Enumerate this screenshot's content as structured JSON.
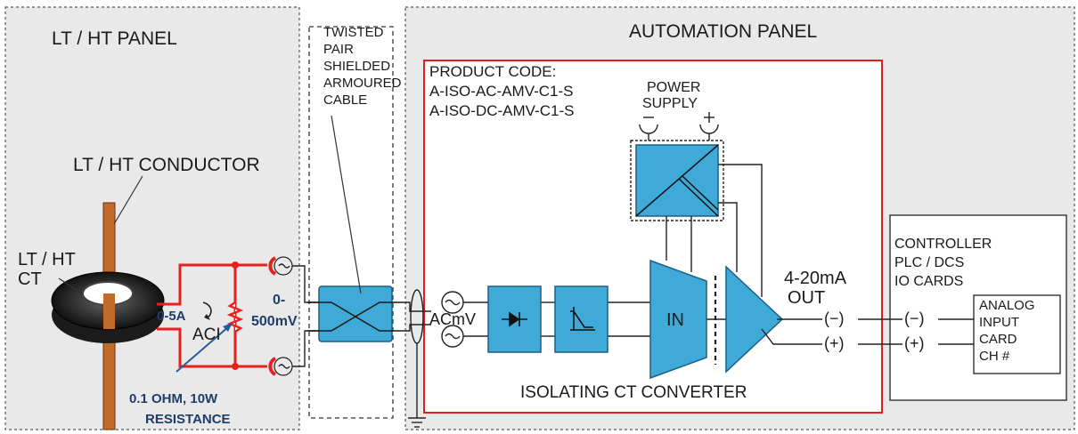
{
  "lt_panel": {
    "title": "LT / HT PANEL"
  },
  "cable": {
    "line1": "TWISTED",
    "line2": "PAIR",
    "line3": "SHIELDED",
    "line4": "ARMOURED",
    "line5": "CABLE"
  },
  "automation_panel": {
    "title": "AUTOMATION PANEL"
  },
  "product": {
    "heading": "PRODUCT CODE:",
    "code_ac": "A-ISO-AC-AMV-C1-S",
    "code_dc": "A-ISO-DC-AMV-C1-S"
  },
  "power_supply": {
    "line1": "POWER",
    "line2": "SUPPLY"
  },
  "conductor": {
    "label": "LT / HT CONDUCTOR"
  },
  "ct": {
    "line1": "LT / HT",
    "line2": "CT"
  },
  "ct_output": {
    "current": "0-5A",
    "aci": "ACI"
  },
  "voltage": {
    "line1": "0-",
    "line2": "500mV"
  },
  "resistor": {
    "line1": "0.1 OHM, 10W",
    "line2": "RESISTANCE"
  },
  "converter": {
    "input": "ACmV",
    "in_label": "IN",
    "title": "ISOLATING CT CONVERTER"
  },
  "output": {
    "line1": "4-20mA",
    "line2": "OUT"
  },
  "controller": {
    "line1": "CONTROLLER",
    "line2": "PLC / DCS",
    "line3": "IO CARDS"
  },
  "analog_card": {
    "line1": "ANALOG",
    "line2": "INPUT",
    "line3": "CARD",
    "line4": "CH #"
  },
  "terminals": {
    "minus": "(−)",
    "plus": "(+)"
  },
  "colors": {
    "panel_bg": "#e9e9e9",
    "copper": "#c26a2a",
    "red_wire": "#e8211d",
    "block_blue": "#3fa9d8",
    "label_blue": "#1f3d6b",
    "border_red": "#e02020"
  }
}
